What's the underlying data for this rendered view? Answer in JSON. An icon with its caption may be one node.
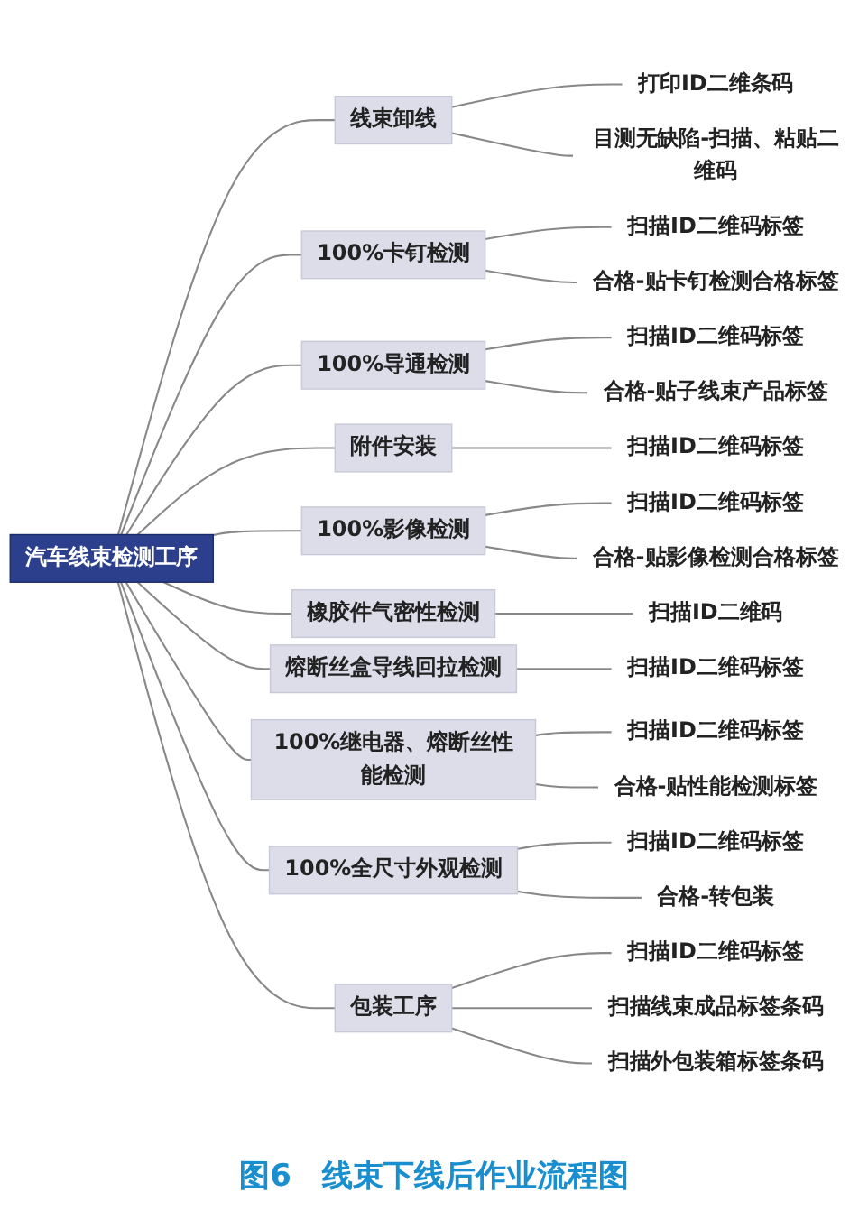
{
  "diagram": {
    "caption": "图6　线束下线后作业流程图",
    "nodes": [
      {
        "text": [
          "汽车线束检测工序"
        ]
      },
      {
        "text": [
          "线束卸线"
        ]
      },
      {
        "text": [
          "打印ID二维条码"
        ]
      },
      {
        "text": [
          "目测无缺陷-扫描、粘贴二维码"
        ]
      },
      {
        "text": [
          "100%卡钉检测"
        ]
      },
      {
        "text": [
          "扫描ID二维码标签"
        ]
      },
      {
        "text": [
          "合格-贴卡钉检测合格标签"
        ]
      },
      {
        "text": [
          "100%导通检测"
        ]
      },
      {
        "text": [
          "扫描ID二维码标签"
        ]
      },
      {
        "text": [
          "合格-贴子线束产品标签"
        ]
      },
      {
        "text": [
          "附件安装"
        ]
      },
      {
        "text": [
          "扫描ID二维码标签"
        ]
      },
      {
        "text": [
          "100%影像检测"
        ]
      },
      {
        "text": [
          "扫描ID二维码标签"
        ]
      },
      {
        "text": [
          "合格-贴影像检测合格标签"
        ]
      },
      {
        "text": [
          "橡胶件气密性检测"
        ]
      },
      {
        "text": [
          "扫描ID二维码"
        ]
      },
      {
        "text": [
          "熔断丝盒导线回拉检测"
        ]
      },
      {
        "text": [
          "扫描ID二维码标签"
        ]
      },
      {
        "text": [
          "100%继电器、熔断丝性能检测"
        ]
      },
      {
        "text": [
          "扫描ID二维码标签"
        ]
      },
      {
        "text": [
          "合格-贴性能检测标签"
        ]
      },
      {
        "text": [
          "100%全尺寸外观检测"
        ]
      },
      {
        "text": [
          "扫描ID二维码标签"
        ]
      },
      {
        "text": [
          "合格-转包装"
        ]
      },
      {
        "text": [
          "包装工序"
        ]
      },
      {
        "text": [
          "扫描ID二维码标签"
        ]
      },
      {
        "text": [
          "扫描线束成品标签条码"
        ]
      },
      {
        "text": [
          "扫描外包装箱标签条码"
        ]
      }
    ],
    "edges": [
      {
        "from": 0,
        "to": 1,
        "arrow": "none"
      },
      {
        "from": 1,
        "to": 2,
        "arrow": "none"
      },
      {
        "from": 1,
        "to": 3,
        "arrow": "none"
      },
      {
        "from": 0,
        "to": 4,
        "arrow": "none"
      },
      {
        "from": 4,
        "to": 5,
        "arrow": "none"
      },
      {
        "from": 4,
        "to": 6,
        "arrow": "none"
      },
      {
        "from": 0,
        "to": 7,
        "arrow": "none"
      },
      {
        "from": 7,
        "to": 8,
        "arrow": "none"
      },
      {
        "from": 7,
        "to": 9,
        "arrow": "none"
      },
      {
        "from": 0,
        "to": 10,
        "arrow": "none"
      },
      {
        "from": 10,
        "to": 11,
        "arrow": "none"
      },
      {
        "from": 0,
        "to": 12,
        "arrow": "none"
      },
      {
        "from": 12,
        "to": 13,
        "arrow": "none"
      },
      {
        "from": 12,
        "to": 14,
        "arrow": "none"
      },
      {
        "from": 0,
        "to": 15,
        "arrow": "none"
      },
      {
        "from": 15,
        "to": 16,
        "arrow": "none"
      },
      {
        "from": 0,
        "to": 17,
        "arrow": "none"
      },
      {
        "from": 17,
        "to": 18,
        "arrow": "none"
      },
      {
        "from": 0,
        "to": 19,
        "arrow": "none"
      },
      {
        "from": 19,
        "to": 20,
        "arrow": "none"
      },
      {
        "from": 19,
        "to": 21,
        "arrow": "none"
      },
      {
        "from": 0,
        "to": 22,
        "arrow": "none"
      },
      {
        "from": 22,
        "to": 23,
        "arrow": "none"
      },
      {
        "from": 22,
        "to": 24,
        "arrow": "none"
      },
      {
        "from": 0,
        "to": 25,
        "arrow": "none"
      },
      {
        "from": 25,
        "to": 26,
        "arrow": "none"
      },
      {
        "from": 25,
        "to": 27,
        "arrow": "none"
      },
      {
        "from": 25,
        "to": 28,
        "arrow": "none"
      }
    ]
  }
}
